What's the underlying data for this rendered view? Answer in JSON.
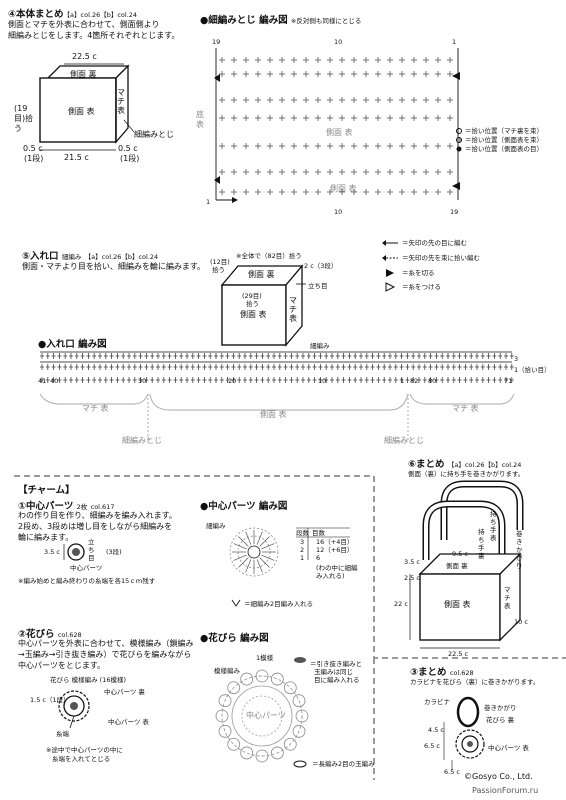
{
  "s4": {
    "title": "④本体まとめ",
    "colref": "【a】col.26【b】col.24",
    "desc1": "側面とマチを外表に合わせて、側面側より",
    "desc2": "細編みとじをします。4箇所それぞれとじます。",
    "dim_top": "22.5 c",
    "label_side_back": "側面 裏",
    "label_side_front": "側面 表",
    "label_gusset": "マチ 表",
    "label_pick": "(19目)拾う",
    "label_seam": "細編みとじ",
    "dim_05a": "0.5 c",
    "dim_1row": "(1段)",
    "dim_215": "21.5 c",
    "dim_05b": "0.5 c",
    "dim_1rowb": "(1段)"
  },
  "s4chart": {
    "title": "●細編みとじ 編み図",
    "note": "※反対側も同様にとじる",
    "n19": "19",
    "n10": "10",
    "n1": "1",
    "label_bottom": "底 表",
    "label_side": "側面 表",
    "label_side2": "側面 表",
    "b1": "1",
    "b10": "10",
    "b19": "19",
    "legend1": "＝拾い位置（マチ裏を束）",
    "legend2": "＝拾い位置（側面表を束）",
    "legend3": "＝拾い位置（側面表の目）"
  },
  "s5": {
    "title": "⑤入れ口",
    "subtitle": "細編み",
    "colref": "【a】col.26【b】col.24",
    "desc": "側面・マチより目を拾い、細編みを輪に編みます。",
    "note": "※全体で（82目）拾う",
    "n12": "(12目)",
    "pick": "拾う",
    "dim2c": "2 c（3段）",
    "label_back": "側面 裏",
    "label_handle": "立ち目",
    "n29": "(29目)",
    "pick2": "拾う",
    "label_front": "側面 表",
    "label_gusset": "マチ 表"
  },
  "symbols": {
    "s1": "＝矢印の先の目に編む",
    "s2": "＝矢印の先を束に拾い編む",
    "s3": "＝糸を切る",
    "s4": "＝糸をつける"
  },
  "s5chart": {
    "title": "●入れ口 編み図",
    "label_sc": "細編み",
    "nums_left": [
      "41",
      "40",
      "30",
      "20",
      "10",
      "1",
      "82",
      "80",
      "71"
    ],
    "row3": "3",
    "row1": "1（拾い目）",
    "label_gusset": "マチ 表",
    "label_side": "側面 表",
    "label_gusset2": "マチ 表",
    "label_seam": "細編みとじ",
    "label_seam2": "細編みとじ"
  },
  "charm": {
    "title": "【チャーム】",
    "p1_title": "①中心パーツ",
    "p1_count": "2枚",
    "p1_col": "col.617",
    "p1_d1": "わの作り目を作り、細編みを編み入れます。",
    "p1_d2": "2段め、3段めは増し目をしながら細編みを",
    "p1_d3": "輪に編みます。",
    "p1_dim": "3.5 c",
    "p1_rows": "(3段)",
    "p1_start": "立ち目",
    "p1_label": "中心パーツ",
    "p1_note": "※編み始めと編み終わりの糸端を各15ｃｍ残す",
    "p2_title": "②花びら",
    "p2_col": "col.628",
    "p2_d1": "中心パーツを外表に合わせて、模様編み（鎖編み",
    "p2_d2": "→玉編み→引き抜き編み）で花びらを編みながら",
    "p2_d3": "中心パーツをとじます。",
    "p2_l1": "花びら 模様編み",
    "p2_l1b": "(16模様)",
    "p2_dim": "1.5 c（1段）",
    "p2_back": "中心パーツ 裏",
    "p2_front": "中心パーツ 表",
    "p2_end": "糸端",
    "p2_note1": "※途中で中心パーツの中に",
    "p2_note2": "糸端を入れてとじる"
  },
  "center_chart": {
    "title": "●中心パーツ 編み図",
    "th_rows": "段数",
    "th_st": "目数",
    "rows": [
      [
        "3",
        "16（+4目）"
      ],
      [
        "2",
        "12（+6目）"
      ],
      [
        "1",
        "6"
      ]
    ],
    "ring": "(わの中に細編み入れる)",
    "label_sc": "細編み",
    "inc_note": "＝細編み2目編み入れる"
  },
  "petal_chart": {
    "title": "●花びら 編み図",
    "label_rep": "1模様",
    "label_pat": "模様編み",
    "note1": "＝引き抜き編みと",
    "note2": "玉編みは同じ",
    "note3": "目に編み入れる",
    "center_label": "中心パーツ",
    "bottom_note": "＝長編み2目の玉編み"
  },
  "s6": {
    "title": "⑥まとめ",
    "colref": "【a】col.26【b】col.24",
    "desc": "側面（裏）に持ち手を巻きかがります。",
    "handle_front": "持ち手 表",
    "handle_back": "持ち手 裏",
    "wrap": "巻きかがり",
    "d35": "3.5 c",
    "d95": "9.5 c",
    "d25": "2.5 c",
    "side_back": "側面 裏",
    "side_front": "側面 表",
    "gusset": "マチ 表",
    "d22": "22 c",
    "d225": "22.5 c",
    "d10": "10 c"
  },
  "s3": {
    "title": "③まとめ",
    "col": "col.628",
    "desc": "カラビナを花びら（裏）に巻きかがります。",
    "karabina": "カラビナ",
    "wrap": "巻きかがり",
    "petal": "花びら 裏",
    "d45": "4.5 c",
    "d65": "6.5 c",
    "center": "中心パーツ 表",
    "d65b": "6.5 c"
  },
  "footer": {
    "copyright": "©Gosyo Co., Ltd.",
    "site": "PassionForum.ru"
  }
}
